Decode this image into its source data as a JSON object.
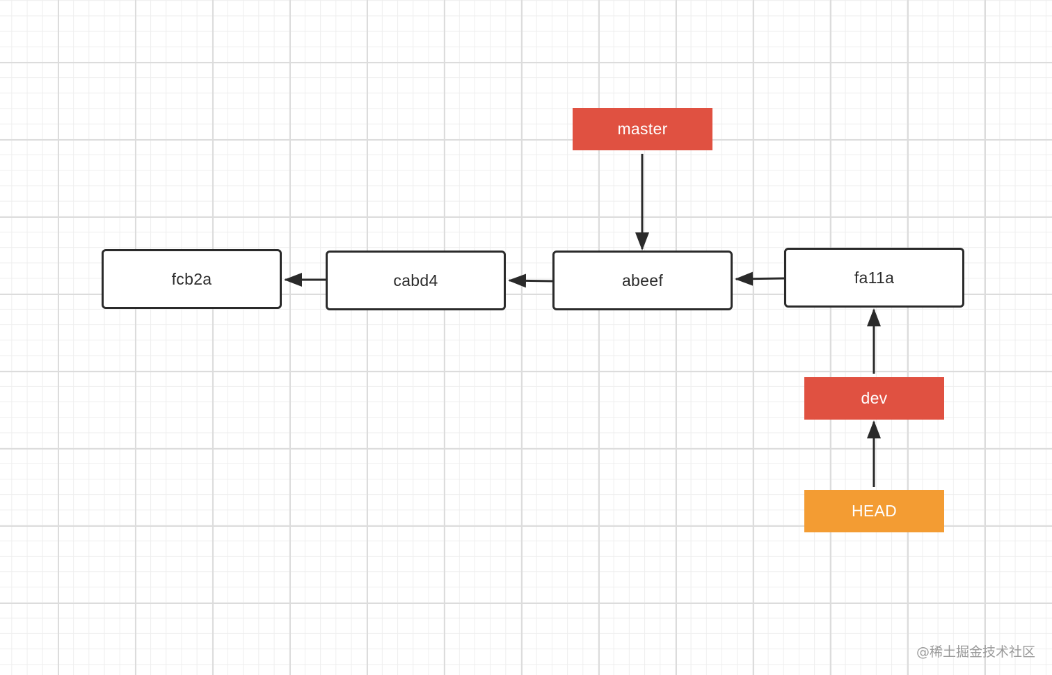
{
  "commits": [
    {
      "id": "fcb2a"
    },
    {
      "id": "cabd4"
    },
    {
      "id": "abeef"
    },
    {
      "id": "fa11a"
    }
  ],
  "refs": {
    "master": {
      "label": "master",
      "color": "#e05141",
      "points_to": "abeef"
    },
    "dev": {
      "label": "dev",
      "color": "#e05141",
      "points_to": "fa11a"
    },
    "head": {
      "label": "HEAD",
      "color": "#f39c33",
      "points_to": "dev"
    }
  },
  "edges": [
    {
      "from": "cabd4",
      "to": "fcb2a"
    },
    {
      "from": "abeef",
      "to": "cabd4"
    },
    {
      "from": "fa11a",
      "to": "abeef"
    },
    {
      "from": "master",
      "to": "abeef"
    },
    {
      "from": "dev",
      "to": "fa11a"
    },
    {
      "from": "HEAD",
      "to": "dev"
    }
  ],
  "colors": {
    "node_border": "#2a2a2a",
    "arrow": "#2a2a2a",
    "background": "#ffffff",
    "grid_major": "#dcdcdc",
    "grid_minor": "#eeeeee"
  },
  "watermark": "@稀土掘金技术社区"
}
